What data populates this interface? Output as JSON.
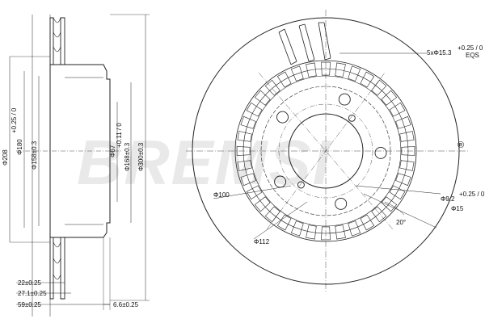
{
  "watermark": {
    "brand": "BREMSI",
    "registered": "®"
  },
  "side_view": {
    "vertical_dims": [
      "Φ208",
      "Φ180",
      "Φ158±0.3",
      "Φ67",
      "Φ168±0.3",
      "Φ300±0.3"
    ],
    "vertical_tols": [
      "+0.25 / 0",
      "+0.11 / 0"
    ],
    "horizontal_dims": [
      "22±0.25",
      "27.1±0.25",
      "59±0.25",
      "6.6±0.25"
    ]
  },
  "front_view": {
    "labels": {
      "bolt_holes": "5xΦ15.3",
      "bolt_holes_tol": "+0.25 / 0",
      "bolt_holes_suffix": "EQS",
      "d_center": "Φ100",
      "d_pcd": "Φ112",
      "d_small": "Φ9.2",
      "d_small_tol": "+0.25 / 0",
      "d_15": "Φ15",
      "angle": "20°"
    }
  }
}
